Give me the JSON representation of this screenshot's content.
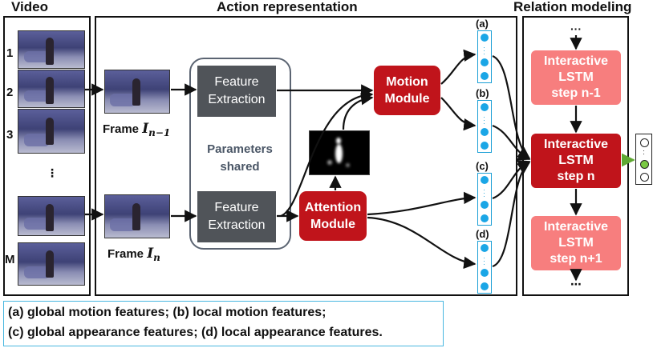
{
  "titles": {
    "video": "Video",
    "action": "Action representation",
    "relation": "Relation modeling"
  },
  "video": {
    "frame_numbers": [
      "1",
      "2",
      "3",
      "M"
    ],
    "ellipsis": "⋮"
  },
  "frames": {
    "prev_label": "Frame ",
    "prev_symbol": "𝑰",
    "prev_sub": "n−1",
    "next_label": "Frame ",
    "next_symbol": "𝑰",
    "next_sub": "n"
  },
  "feature_extraction": {
    "top_line1": "Feature",
    "top_line2": "Extraction",
    "bottom_line1": "Feature",
    "bottom_line2": "Extraction",
    "shared_line1": "Parameters",
    "shared_line2": "shared"
  },
  "modules": {
    "motion_line1": "Motion",
    "motion_line2": "Module",
    "attention_line1": "Attention",
    "attention_line2": "Module"
  },
  "feature_columns": {
    "a": "(a)",
    "b": "(b)",
    "c": "(c)",
    "d": "(d)"
  },
  "lstm": {
    "top_ellipsis": "⋮",
    "bottom_ellipsis": "⋯",
    "step_prev_line1": "Interactive",
    "step_prev_line2": "LSTM",
    "step_prev_line3": "step n-1",
    "step_curr_line1": "Interactive",
    "step_curr_line2": "LSTM",
    "step_curr_line3": "step n",
    "step_next_line1": "Interactive",
    "step_next_line2": "LSTM",
    "step_next_line3": "step n+1"
  },
  "output": {
    "ellipsis": "⋮"
  },
  "legend": {
    "line1": "(a) global motion features; (b) local motion features;",
    "line2": "(c) global appearance features; (d) local appearance features."
  },
  "colors": {
    "module_red": "#c0141b",
    "lstm_light": "#f77e7e",
    "feature_blue": "#1aa6e6",
    "feature_box_gray": "#505459",
    "output_green": "#7ac943",
    "arrow_green": "#5fa832"
  }
}
